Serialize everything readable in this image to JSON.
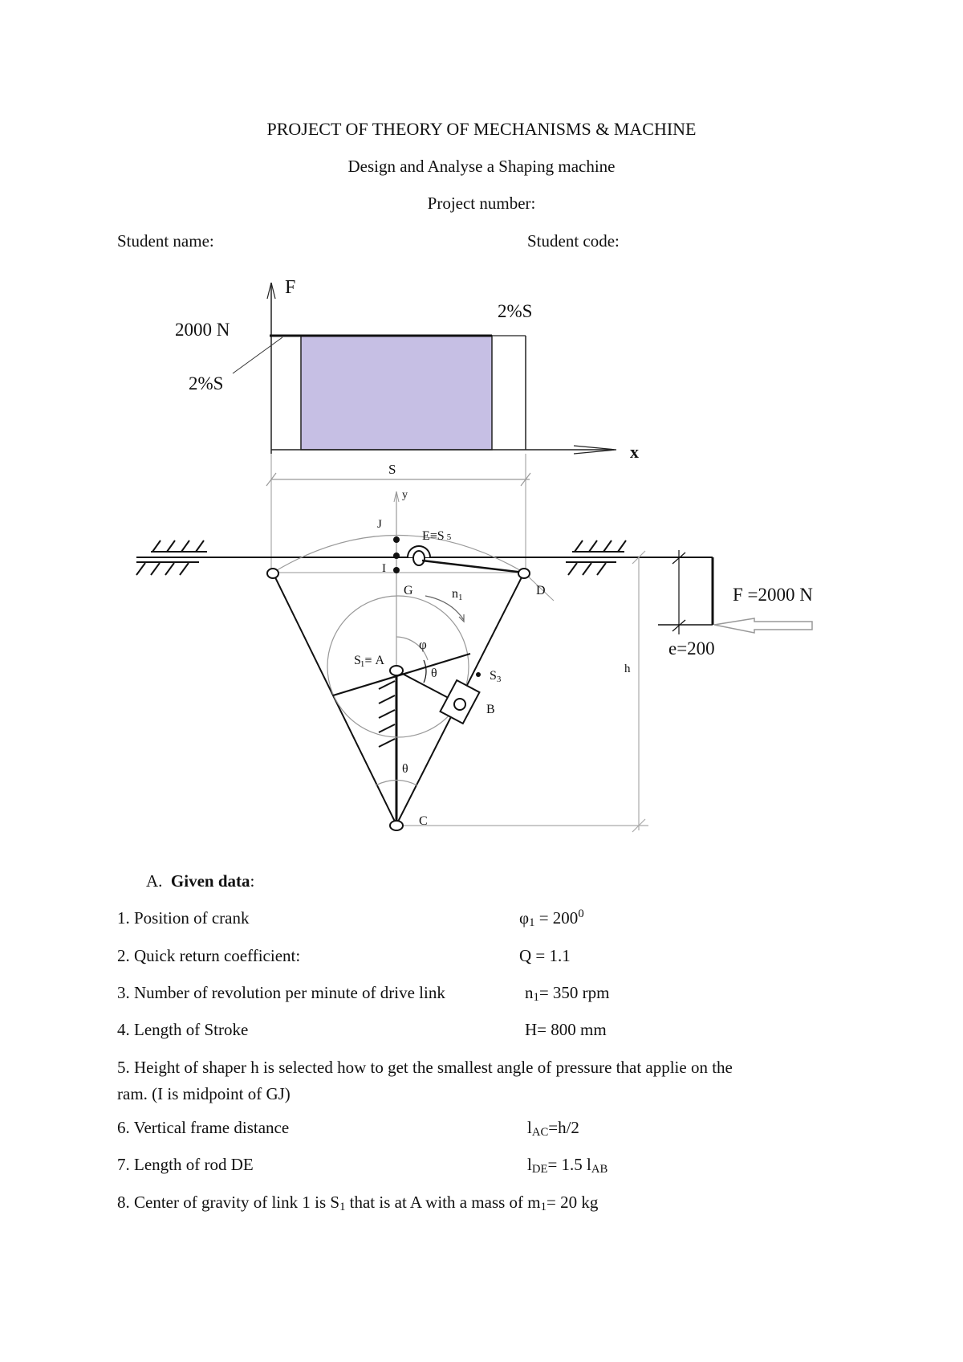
{
  "header": {
    "title": "PROJECT OF THEORY OF MECHANISMS & MACHINE",
    "subtitle": "Design and Analyse a Shaping machine",
    "project_number_label": "Project number:",
    "student_name_label": "Student name:",
    "student_code_label": "Student code:"
  },
  "force_diagram": {
    "y_axis_label": "F",
    "x_axis_label": "x",
    "force_level_label": "2000 N",
    "left_margin_label": "2%S",
    "right_margin_label": "2%S",
    "stroke_label": "S",
    "fill_color": "#c6bfe4"
  },
  "mechanism": {
    "y_axis_label": "y",
    "points": {
      "J": "J",
      "I": "I",
      "G": "G",
      "E": "E≡S",
      "E_sub": "5",
      "D": "D",
      "A": "A",
      "S1": "S",
      "S1_sub": "1",
      "S1_eq": "≡",
      "S3": "S",
      "S3_sub": "3",
      "B": "B",
      "C": "C"
    },
    "angle_phi": "φ",
    "angle_theta_crank": "θ",
    "angle_theta_bottom": "θ",
    "speed_label": "n",
    "speed_sub": "1",
    "height_label": "h",
    "force_label": "F =2000 N",
    "offset_label": "e=200"
  },
  "given_data": {
    "section_marker": "A.",
    "section_title": "Given data",
    "section_colon": ":",
    "items": [
      {
        "label": "1. Position of crank",
        "value_sym": "φ",
        "value_sub": "1",
        "value_rest": " = 200",
        "value_sup": "0"
      },
      {
        "label": "2. Quick return coefficient:",
        "value_sym": "Q",
        "value_sub": "",
        "value_rest": " = 1.1",
        "value_sup": ""
      },
      {
        "label": "3. Number of revolution per minute of drive link",
        "value_sym": "n",
        "value_sub": "1",
        "value_rest": "= 350 rpm",
        "value_sup": ""
      },
      {
        "label": "4. Length of Stroke",
        "value_sym": "H",
        "value_sub": "",
        "value_rest": "= 800 mm",
        "value_sup": ""
      },
      {
        "label_line1": "5. Height of shaper h is selected how to get the smallest angle of pressure that applie on the",
        "label_line2": "ram. (I is midpoint of GJ)"
      },
      {
        "label": "6. Vertical frame distance",
        "value_sym": "l",
        "value_sub": "AC",
        "value_rest": "=h/2",
        "value_sup": ""
      },
      {
        "label": "7. Length of rod DE",
        "value_sym": "l",
        "value_sub": "DE",
        "value_rest": "= 1.5 l",
        "value_sub2": "AB"
      },
      {
        "label_a": "8. Center of gravity of  link 1 is S",
        "label_a_sub": "1",
        "label_b": " that is at A with a mass of m",
        "label_b_sub": "1",
        "label_c": "= 20 kg"
      }
    ]
  }
}
